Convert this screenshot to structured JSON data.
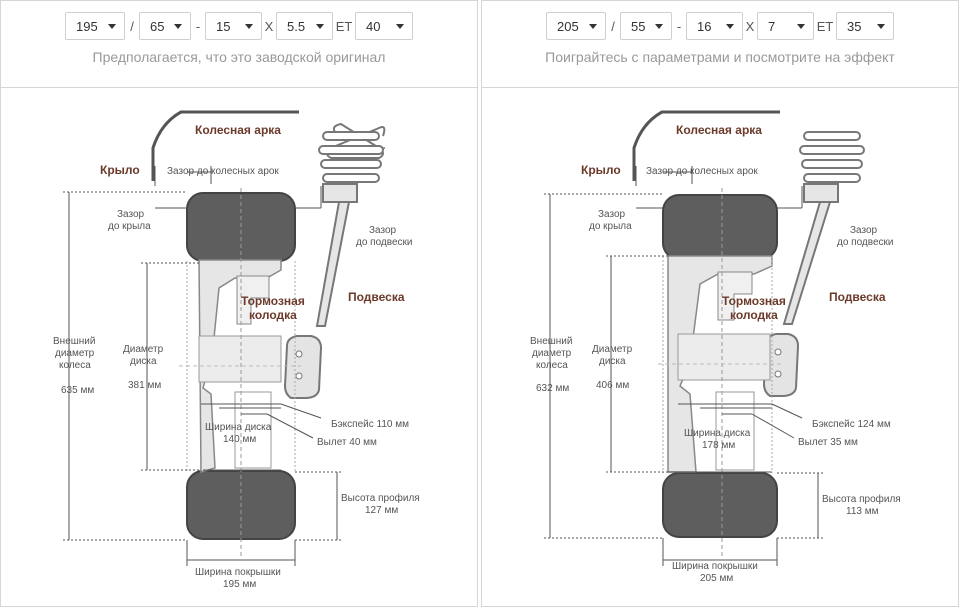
{
  "left": {
    "controls": {
      "width": "195",
      "profile": "65",
      "diameter": "15",
      "rim_width": "5.5",
      "et_label": "ET",
      "et": "40",
      "sep1": "/",
      "sep2": "-",
      "sep3": "X"
    },
    "subtitle": "Предполагается, что это заводской оригинал",
    "labels": {
      "arch": "Колесная арка",
      "wing": "Крыло",
      "gap_arch": "Зазор до колесных арок",
      "gap_wing_1": "Зазор",
      "gap_wing_2": "до крыла",
      "gap_susp_1": "Зазор",
      "gap_susp_2": "до подвески",
      "suspension": "Подвеска",
      "brake_1": "Тормозная",
      "brake_2": "колодка",
      "outer_1": "Внешний",
      "outer_2": "диаметр",
      "outer_3": "колеса",
      "outer_val": "635 мм",
      "disk_d_1": "Диаметр",
      "disk_d_2": "диска",
      "disk_d_val": "381 мм",
      "backspace": "Бэкспейс 110 мм",
      "offset": "Вылет 40 мм",
      "disk_w_1": "Ширина диска",
      "disk_w_2": "140 мм",
      "profile_h_1": "Высота профиля",
      "profile_h_2": "127 мм",
      "tire_w_1": "Ширина покрышки",
      "tire_w_2": "195 мм"
    }
  },
  "right": {
    "controls": {
      "width": "205",
      "profile": "55",
      "diameter": "16",
      "rim_width": "7",
      "et_label": "ET",
      "et": "35",
      "sep1": "/",
      "sep2": "-",
      "sep3": "X"
    },
    "subtitle": "Поиграйтесь с параметрами и посмотрите на эффект",
    "labels": {
      "arch": "Колесная арка",
      "wing": "Крыло",
      "gap_arch": "Зазор до колесных арок",
      "gap_wing_1": "Зазор",
      "gap_wing_2": "до крыла",
      "gap_susp_1": "Зазор",
      "gap_susp_2": "до подвески",
      "suspension": "Подвеска",
      "brake_1": "Тормозная",
      "brake_2": "колодка",
      "outer_1": "Внешний",
      "outer_2": "диаметр",
      "outer_3": "колеса",
      "outer_val": "632 мм",
      "disk_d_1": "Диаметр",
      "disk_d_2": "диска",
      "disk_d_val": "406 мм",
      "backspace": "Бэкспейс 124 мм",
      "offset": "Вылет 35 мм",
      "disk_w_1": "Ширина диска",
      "disk_w_2": "178 мм",
      "profile_h_1": "Высота профиля",
      "profile_h_2": "113 мм",
      "tire_w_1": "Ширина покрышки",
      "tire_w_2": "205 мм"
    }
  },
  "colors": {
    "tire": "#5e5e5e",
    "accent_text": "#6b3a2a",
    "line": "#555555",
    "rim": "#e4e4e4"
  }
}
